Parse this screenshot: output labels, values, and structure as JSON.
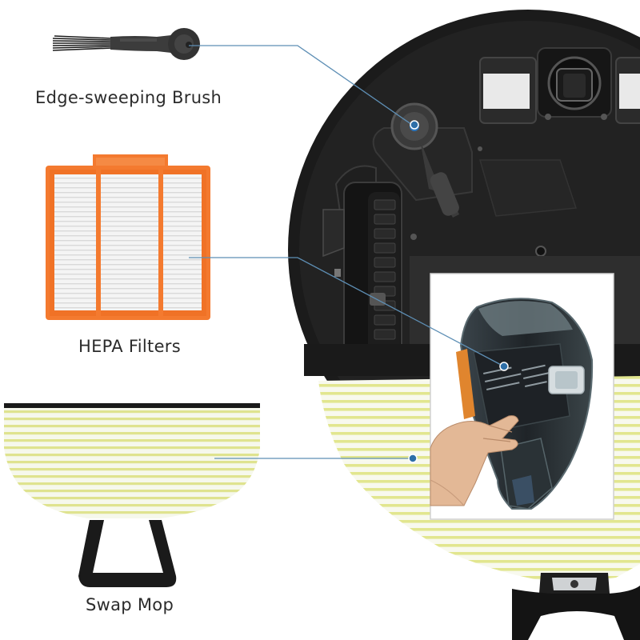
{
  "labels": {
    "brush": "Edge-sweeping Brush",
    "filter": "HEPA Filters",
    "mop": "Swap Mop"
  },
  "colors": {
    "robot_body": "#1b1b1b",
    "filter_frame": "#f47a2f",
    "mop_fabric": "#f6f8ec",
    "mop_stripe": "#dfe38f",
    "callout_line": "#5e8fb5",
    "callout_dot": "#2e6fa8",
    "tank_body": "#2a3035"
  },
  "icons": [
    "side-brush-icon",
    "hepa-filter-icon",
    "mop-pad-icon",
    "robot-vacuum-underside",
    "water-tank-photo",
    "hand-icon"
  ]
}
